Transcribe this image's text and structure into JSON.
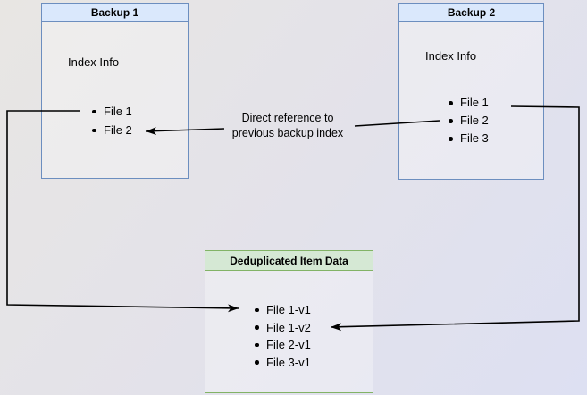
{
  "diagram": {
    "backup1": {
      "title": "Backup 1",
      "body_label": "Index Info",
      "items": [
        "File 1",
        "File 2"
      ]
    },
    "backup2": {
      "title": "Backup 2",
      "body_label": "Index Info",
      "items": [
        "File 1",
        "File 2",
        "File 3"
      ]
    },
    "dedup": {
      "title": "Deduplicated Item Data",
      "items": [
        "File 1-v1",
        "File 1-v2",
        "File 2-v1",
        "File 3-v1"
      ]
    },
    "edge_label": {
      "line1": "Direct reference to",
      "line2": "previous backup index"
    }
  },
  "colors": {
    "blue_border": "#6c8ebf",
    "blue_fill": "#dae8fc",
    "green_border": "#82b366",
    "green_fill": "#d5e8d4",
    "line": "#000000",
    "bg_from": "#e8e6e3",
    "bg_mid": "#e3e2ea",
    "bg_to": "#dde0f2"
  }
}
